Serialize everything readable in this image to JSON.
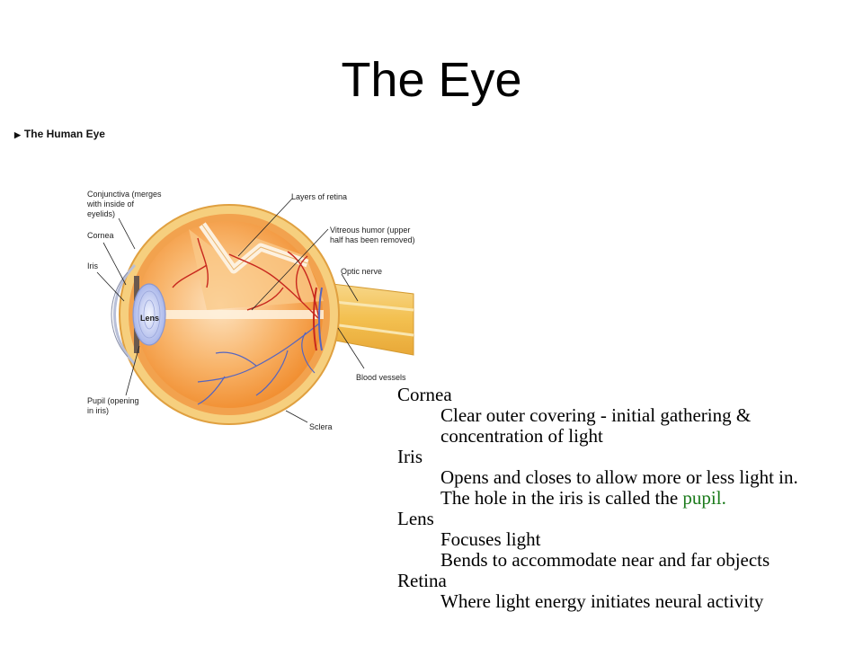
{
  "slide": {
    "title": "The Eye"
  },
  "figure": {
    "caption": "The Human Eye",
    "caption_marker": "▶",
    "labels": {
      "conjunctiva_1": "Conjunctiva (merges",
      "conjunctiva_2": "with inside of",
      "conjunctiva_3": "eyelids)",
      "cornea": "Cornea",
      "iris": "Iris",
      "lens": "Lens",
      "pupil_1": "Pupil (opening",
      "pupil_2": "in iris)",
      "layers_of_retina": "Layers of retina",
      "vitreous_1": "Vitreous humor (upper",
      "vitreous_2": "half has been removed)",
      "optic_nerve": "Optic nerve",
      "blood_vessels": "Blood vessels",
      "sclera": "Sclera"
    },
    "colors": {
      "outer": "#f3c46a",
      "inner": "#f7a24a",
      "lens": "#c8d2f2",
      "vessel_red": "#c8281e",
      "vessel_blue": "#5565c0"
    }
  },
  "notes": {
    "cornea": {
      "term": "Cornea",
      "desc1": "Clear outer covering - initial gathering &",
      "desc2": "concentration of light"
    },
    "iris": {
      "term": "Iris",
      "desc1": "Opens and closes to allow more or less light in.",
      "desc2_prefix": "The hole in the iris is called the ",
      "desc2_highlight": "pupil."
    },
    "lens": {
      "term": "Lens",
      "desc1": "Focuses light",
      "desc2": "Bends to accommodate near and far objects"
    },
    "retina": {
      "term": "Retina",
      "desc1": "Where light energy initiates neural activity"
    }
  }
}
